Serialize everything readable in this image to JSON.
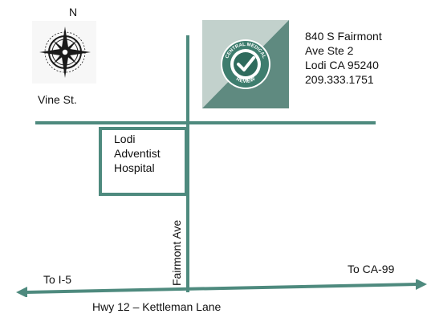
{
  "compass": {
    "north_label": "N",
    "icon": "compass-rose-icon"
  },
  "streets": {
    "vine": "Vine St.",
    "fairmont": "Fairmont Ave",
    "highway": "Hwy 12 – Kettleman Lane"
  },
  "directions": {
    "west": "To I-5",
    "east": "To CA-99"
  },
  "hospital": {
    "line1": "Lodi",
    "line2": "Adventist",
    "line3": "Hospital"
  },
  "address": {
    "line1": "840 S Fairmont",
    "line2": "Ave Ste 2",
    "line3": "Lodi CA 95240",
    "phone": "209.333.1751"
  },
  "badge": {
    "top_text": "CENTRAL MEDICAL",
    "bottom_text": "REVIEW",
    "icon": "checkmark-icon"
  },
  "colors": {
    "road": "#4e8a7e",
    "logo_dark": "#5f8a80",
    "logo_light": "#c2d1cc",
    "badge_green": "#3e7d6e"
  }
}
